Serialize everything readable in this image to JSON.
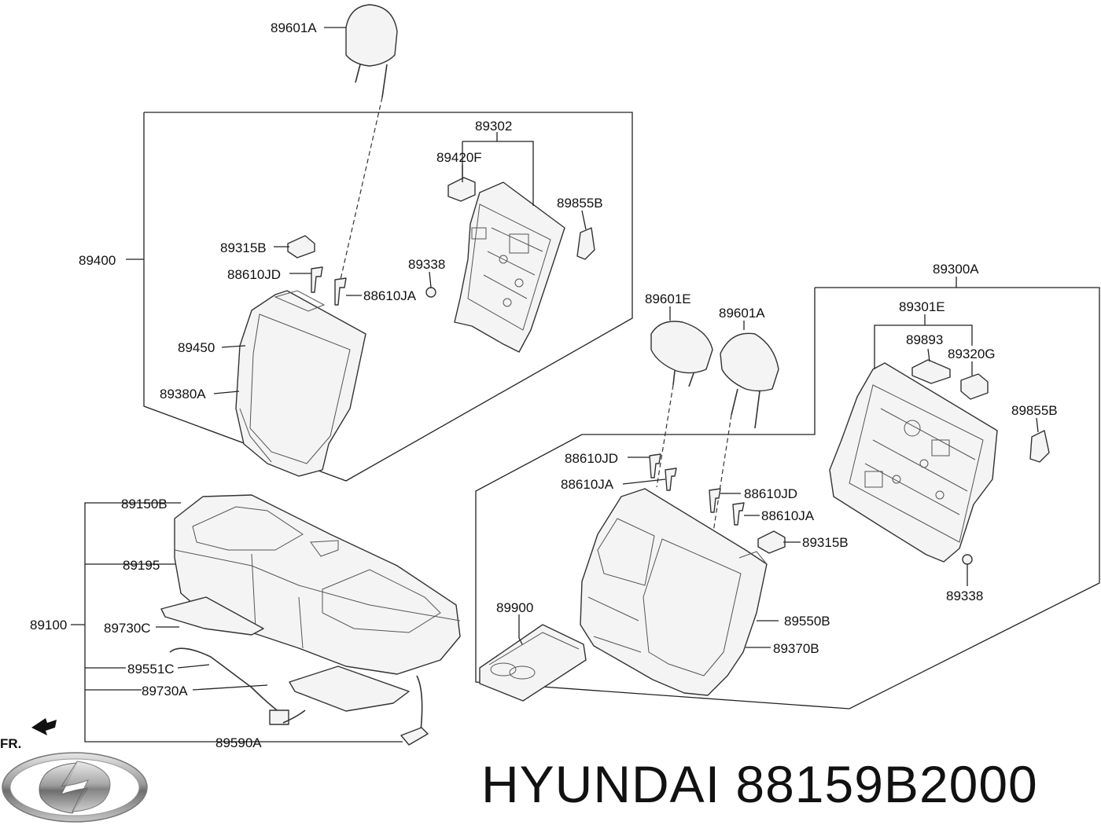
{
  "brand": {
    "name": "HYUNDAI",
    "part_number": "88159B2000"
  },
  "diagram": {
    "direction_marker": "FR.",
    "callouts": {
      "c89601A_top": "89601A",
      "c89302": "89302",
      "c89420F": "89420F",
      "c89855B_top": "89855B",
      "c89400": "89400",
      "c89315B_top": "89315B",
      "c88610JD_top": "88610JD",
      "c89338_top": "89338",
      "c88610JA_top": "88610JA",
      "c89450": "89450",
      "c89380A": "89380A",
      "c89300A": "89300A",
      "c89601E": "89601E",
      "c89601A_mid": "89601A",
      "c89301E": "89301E",
      "c89893": "89893",
      "c89320G": "89320G",
      "c89855B_right": "89855B",
      "c88610JD_mid": "88610JD",
      "c88610JA_mid": "88610JA",
      "c88610JD_right": "88610JD",
      "c88610JA_right": "88610JA",
      "c89315B_right": "89315B",
      "c89338_right": "89338",
      "c89150B": "89150B",
      "c89195": "89195",
      "c89100": "89100",
      "c89730C": "89730C",
      "c89551C": "89551C",
      "c89730A": "89730A",
      "c89590A": "89590A",
      "c89900": "89900",
      "c89550B": "89550B",
      "c89370B": "89370B"
    }
  }
}
